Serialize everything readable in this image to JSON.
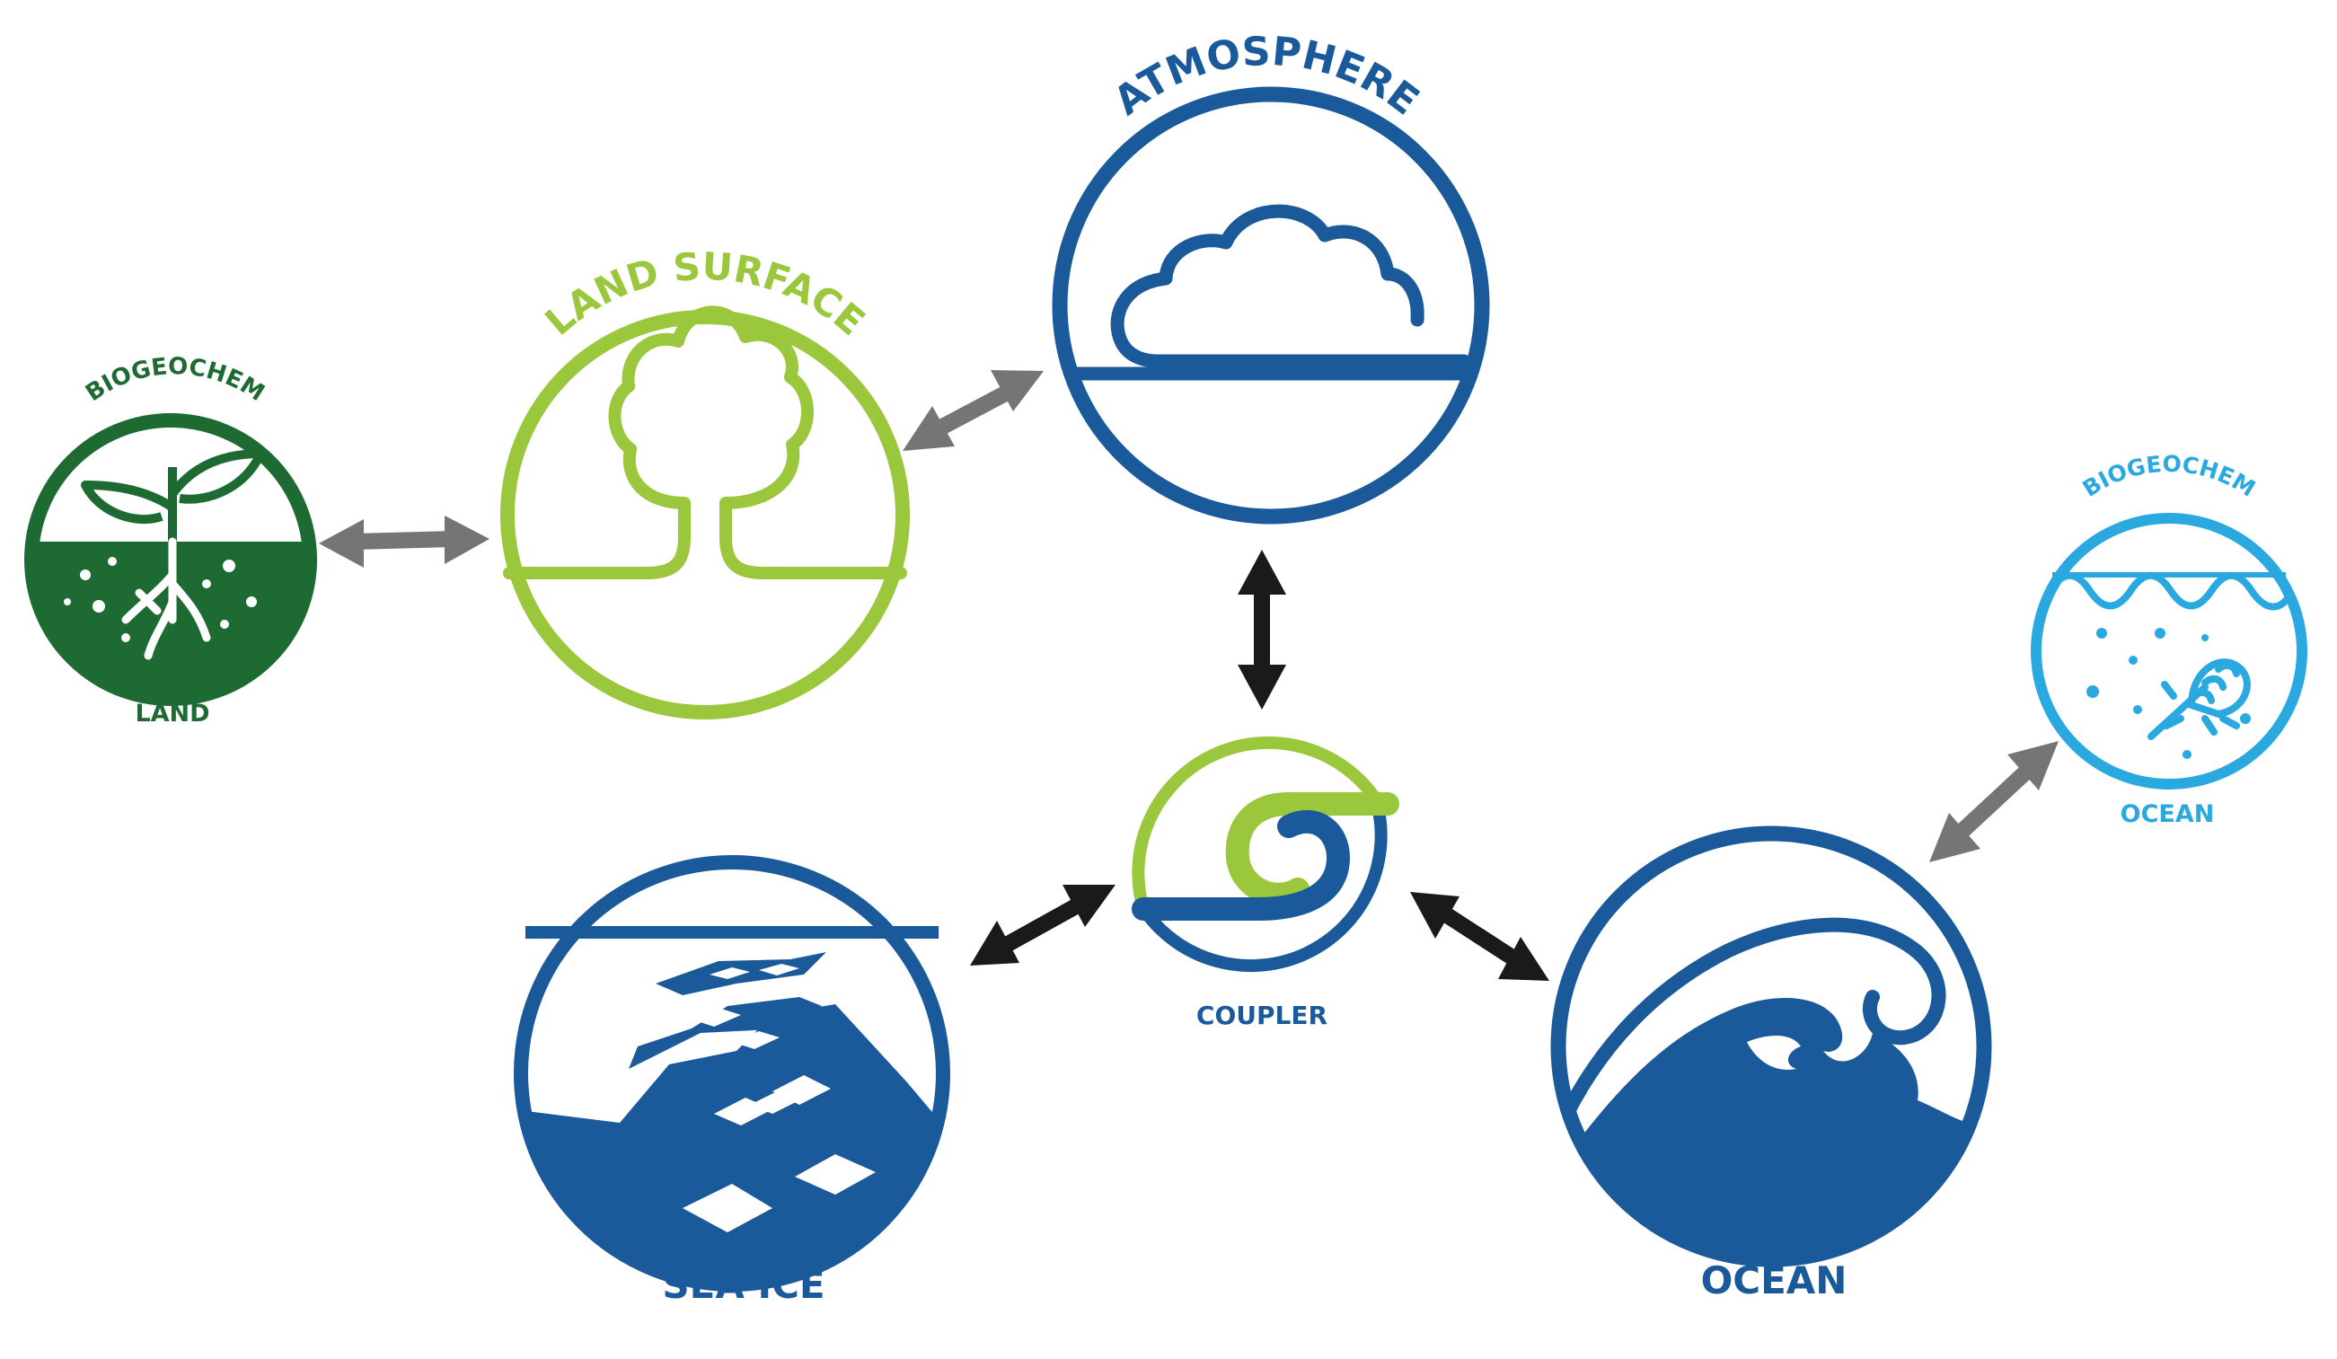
{
  "components": {
    "atmosphere": {
      "label": "ATMOSPHERE",
      "icon": "cloud-icon",
      "color": "#1a5a9a"
    },
    "land_surface": {
      "label": "LAND SURFACE",
      "icon": "tree-icon",
      "color": "#9ac73c"
    },
    "biogeochem_land": {
      "label_top": "BIOGEOCHEM",
      "label_bottom": "LAND",
      "icon": "sprout-icon",
      "color": "#1d6b33"
    },
    "coupler": {
      "label": "COUPLER",
      "icon": "swirl-icon",
      "color": "#1a5a9a",
      "accent": "#9ac73c"
    },
    "sea_ice": {
      "label": "SEA ICE",
      "icon": "ice-floes-icon",
      "color": "#1a5a9a"
    },
    "ocean": {
      "label": "OCEAN",
      "icon": "wave-icon",
      "color": "#1a5a9a"
    },
    "biogeochem_ocean": {
      "label_top": "BIOGEOCHEM",
      "label_bottom": "OCEAN",
      "icon": "plankton-icon",
      "color": "#2aa8e0"
    }
  },
  "colors": {
    "core_link_arrow": "#1a1a1a",
    "biogeochem_link_arrow": "#757575"
  }
}
